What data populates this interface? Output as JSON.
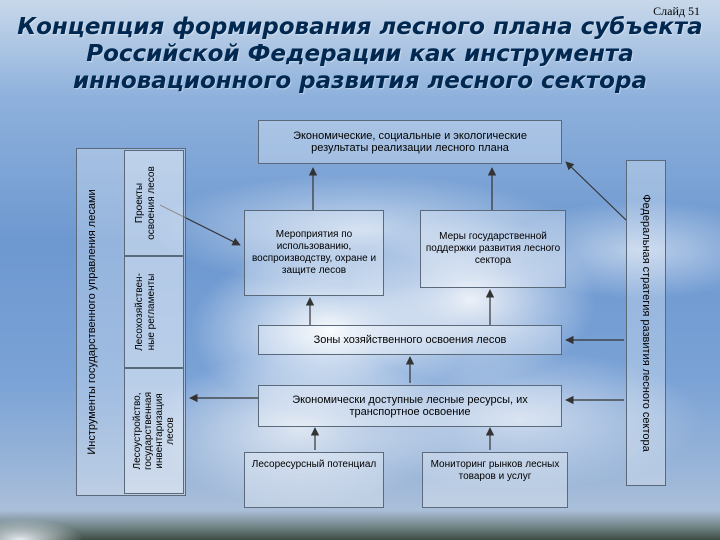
{
  "slide_number": "Слайд 51",
  "title": {
    "line1": "Концепция формирования лесного плана субъекта",
    "line2": "Российской Федерации как инструмента",
    "line3": "инновационного развития лесного сектора"
  },
  "boxes": {
    "results": "Экономические, социальные и экологические результаты реализации лесного плана",
    "measures_use": "Мероприятия по использованию, воспроизводству, охране и защите лесов",
    "state_support": "Меры государственной поддержки развития лесного сектора",
    "zones": "Зоны хозяйственного освоения лесов",
    "resources": "Экономически доступные лесные ресурсы, их транспортное освоение",
    "potential": "Лесоресурсный потенциал",
    "monitoring": "Мониторинг рынков лесных товаров и услуг"
  },
  "left_panel": {
    "outer": "Инструменты государственного управления лесами",
    "projects": [
      "Проекты",
      "освоения лесов"
    ],
    "regulations": [
      "Лесохозяйствен-",
      "ные регламенты"
    ],
    "inventory": [
      "Лесоустройство,",
      "государственная",
      "инвентаризация",
      "лесов"
    ]
  },
  "right_panel": {
    "label": "Федеральная стратегия развития лесного сектора"
  }
}
